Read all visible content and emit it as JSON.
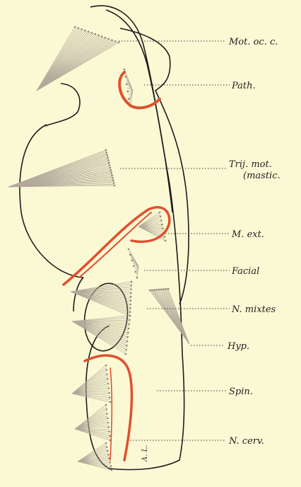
{
  "figure": {
    "labels": [
      {
        "id": "mot-oc-c",
        "text": "Mot. oc. c."
      },
      {
        "id": "path",
        "text": "Path."
      },
      {
        "id": "trij-mot",
        "text": "Trij. mot."
      },
      {
        "id": "trij-mot-sub",
        "text": "(mastic."
      },
      {
        "id": "m-ext",
        "text": "M. ext."
      },
      {
        "id": "facial",
        "text": "Facial"
      },
      {
        "id": "n-mixtes",
        "text": "N. mixtes"
      },
      {
        "id": "hyp",
        "text": "Hyp."
      },
      {
        "id": "spin",
        "text": "Spin."
      },
      {
        "id": "n-cerv",
        "text": "N. cerv."
      }
    ],
    "signature": "A. L.",
    "colors": {
      "background": "#fbf9d4",
      "nerve_red": "#e0502e",
      "outline": "#1d1d1d",
      "fiber": "#b3a99a"
    }
  }
}
